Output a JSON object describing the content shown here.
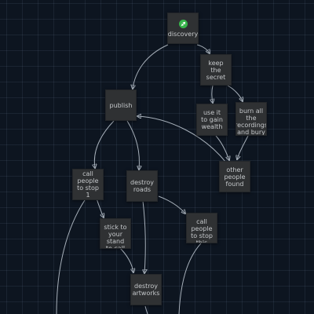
{
  "nodes": {
    "discovery": "discovery",
    "keep_the_secret": "keep the secret",
    "publish": "publish",
    "use_it_to_gain_wealth": "use it to gain wealth",
    "burn_all_recordings": "burn all the recordings and bury this",
    "other_people_found": "other people found",
    "call_people_to_stop_1": "call people to stop 1",
    "destroy_roads": "destroy roads",
    "stick_to_your_stand": "stick to your stand to call people to",
    "call_people_stop_stupid_action": "call people to stop this stupid action",
    "destroy_artworks": "destroy artworks"
  },
  "icons": {
    "start": "rocket-icon"
  },
  "colors": {
    "background": "#0d1520",
    "node": "#2f3133",
    "edge": "#a7b0ba",
    "badge": "#36b44a"
  }
}
